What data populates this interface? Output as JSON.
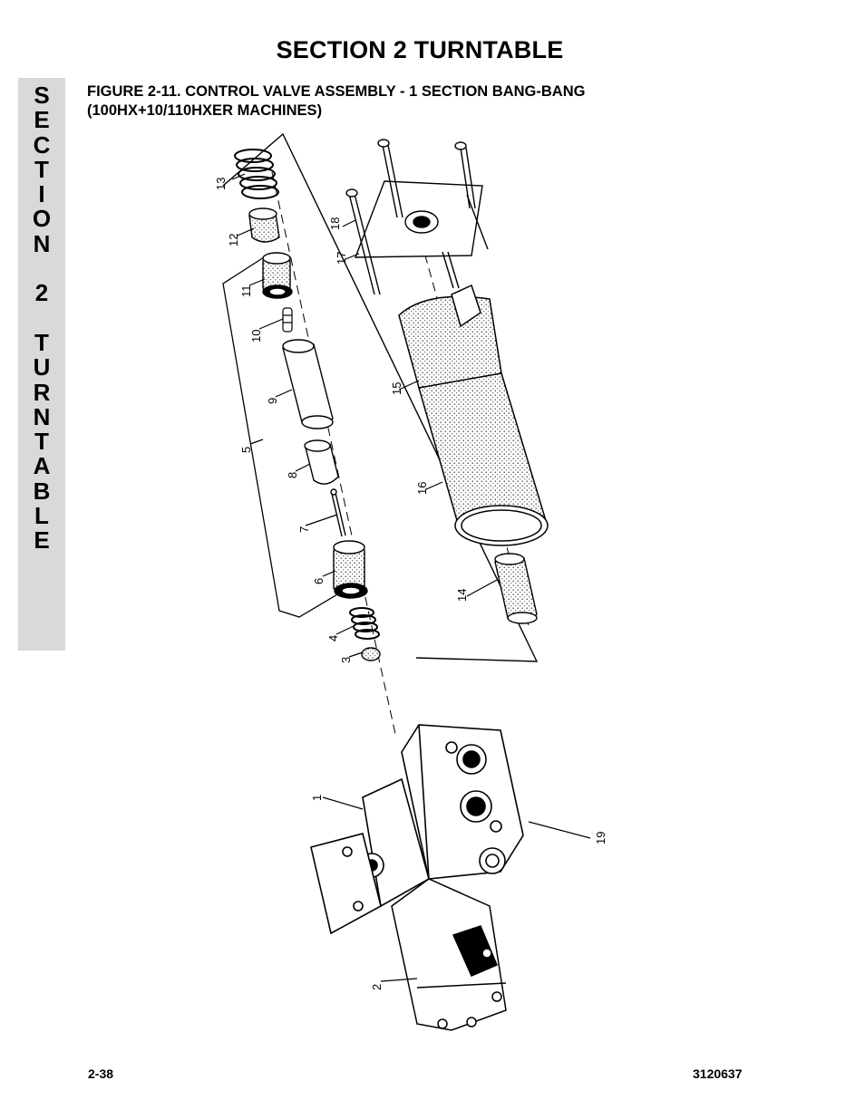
{
  "header": {
    "section_title": "SECTION 2  TURNTABLE"
  },
  "side_tab": {
    "text": "S\nE\nC\nT\nI\nO\nN\n \n2\n \nT\nU\nR\nN\nT\nA\nB\nL\nE"
  },
  "figure": {
    "caption_line1": "FIGURE 2-11.  CONTROL VALVE ASSEMBLY - 1 SECTION BANG-BANG",
    "caption_line2": "(100HX+10/110HXER MACHINES)",
    "callouts": [
      "1",
      "2",
      "3",
      "4",
      "5",
      "6",
      "7",
      "8",
      "9",
      "10",
      "11",
      "12",
      "13",
      "14",
      "15",
      "16",
      "17",
      "18",
      "19"
    ]
  },
  "footer": {
    "page_number": "2-38",
    "document_number": "3120637"
  }
}
